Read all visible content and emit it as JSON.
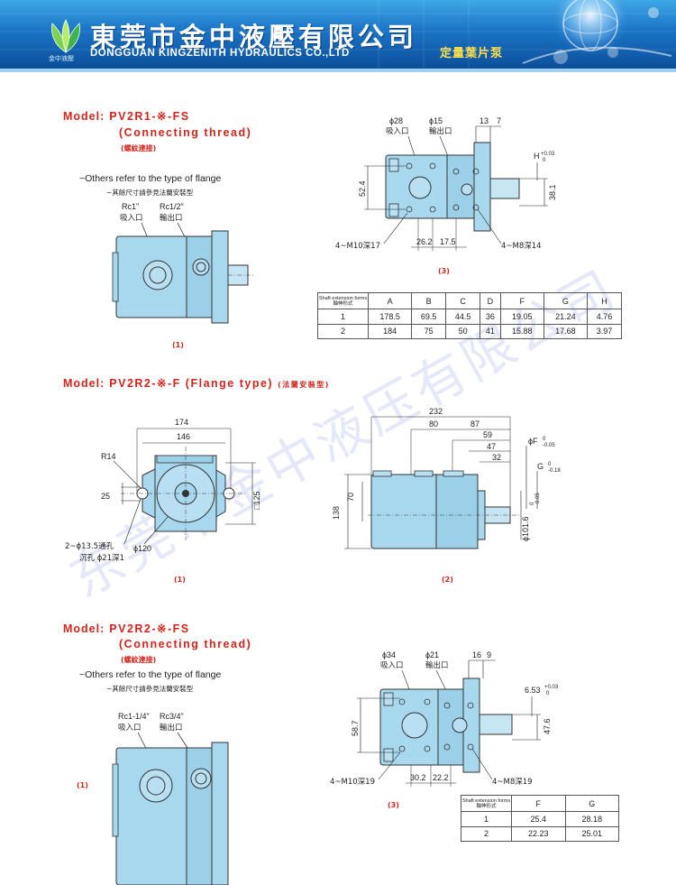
{
  "header": {
    "company_cn": "東莞市金中液壓有限公司",
    "company_en": "DONGGUAN KINGZENITH HYDRAULICS  CO.,LTD",
    "logo_caption": "金中液壓",
    "product_title": "定量葉片泵",
    "colors": {
      "band": "#1a73c5",
      "title_yellow": "#ffe14a",
      "accent_red": "#d2241c",
      "body_fill": "#a8d8ee"
    }
  },
  "watermark": "东莞市金中液压有限公司",
  "section1": {
    "model_label": "Model:",
    "model_code": "PV2R1-※-FS",
    "subtitle": "(Connecting thread)",
    "subtitle_cn": "(螺紋連接)",
    "note_en": "~Others refer to the type of flange",
    "note_cn": "~其餘尺寸請參見法蘭安裝型",
    "fig1": {
      "inlet_port": "Rc1\"",
      "inlet_cn": "吸入口",
      "outlet_port": "Rc1/2\"",
      "outlet_cn": "輸出口",
      "caption": "(1)"
    },
    "fig3": {
      "dia_inlet": "ϕ28",
      "dia_inlet_cn": "吸入口",
      "dia_outlet": "ϕ15",
      "dia_outlet_cn": "輸出口",
      "dim_13": "13",
      "dim_7": "7",
      "dim_h": "H",
      "tol_h_top": "+0.03",
      "tol_h_bot": "0",
      "dim_52_4": "52.4",
      "dim_38_1": "38.1",
      "dim_26_2": "26.2",
      "dim_17_5": "17.5",
      "bolt_left": "4~M10深17",
      "bolt_right": "4~M8深14",
      "caption": "(3)"
    },
    "table": {
      "head_en": "Shaft extension forms",
      "head_cn": "軸伸形式",
      "columns": [
        "A",
        "B",
        "C",
        "D",
        "F",
        "G",
        "H"
      ],
      "rows": [
        [
          "1",
          "178.5",
          "69.5",
          "44.5",
          "36",
          "19.05",
          "21.24",
          "4.76"
        ],
        [
          "2",
          "184",
          "75",
          "50",
          "41",
          "15.88",
          "17.68",
          "3.97"
        ]
      ]
    }
  },
  "section2": {
    "model_label": "Model:",
    "model_code": "PV2R2-※-F",
    "subtitle": "(Flange type)",
    "subtitle_cn": "(法蘭安裝型)",
    "fig1": {
      "dim_174": "174",
      "dim_146": "146",
      "dim_r14": "R14",
      "dim_25": "25",
      "dim_125": "□125",
      "hole_note": "2~ϕ13.5通孔",
      "counterbore": "沉孔 ϕ21深1",
      "dim_120": "ϕ120",
      "caption": "(1)"
    },
    "fig2": {
      "dim_232": "232",
      "dim_80": "80",
      "dim_87": "87",
      "dim_59": "59",
      "dim_47": "47",
      "dim_32": "32",
      "dim_70": "70",
      "dim_138": "138",
      "dia_f": "ϕF",
      "tol_f_top": "0",
      "tol_f_bot": "-0.05",
      "dim_g": "G",
      "tol_g_top": "0",
      "tol_g_bot": "-0.18",
      "dia_101_6": "ϕ101.6",
      "tol_101_top": "0",
      "tol_101_bot": "-0.05",
      "caption": "(2)"
    }
  },
  "section3": {
    "model_label": "Model:",
    "model_code": "PV2R2-※-FS",
    "subtitle": "(Connecting thread)",
    "subtitle_cn": "(螺紋連接)",
    "note_en": "~Others refer to the type of flange",
    "note_cn": "~其餘尺寸請參見法蘭安裝型",
    "fig1": {
      "inlet_port": "Rc1-1/4\"",
      "inlet_cn": "吸入口",
      "outlet_port": "Rc3/4\"",
      "outlet_cn": "輸出口",
      "caption": "(1)"
    },
    "fig3": {
      "dia_inlet": "ϕ34",
      "dia_inlet_cn": "吸入口",
      "dia_outlet": "ϕ21",
      "dia_outlet_cn": "輸出口",
      "dim_16": "16",
      "dim_9": "9",
      "dim_6_53": "6.53",
      "tol_top": "+0.03",
      "tol_bot": "0",
      "dim_58_7": "58.7",
      "dim_47_6": "47.6",
      "dim_30_2": "30.2",
      "dim_22_2": "22.2",
      "bolt_left": "4~M10深19",
      "bolt_right": "4~M8深19",
      "caption": "(3)"
    },
    "table": {
      "head_en": "Shaft extension forms",
      "head_cn": "軸伸形式",
      "columns": [
        "F",
        "G"
      ],
      "rows": [
        [
          "1",
          "25.4",
          "28.18"
        ],
        [
          "2",
          "22.23",
          "25.01"
        ]
      ]
    }
  }
}
